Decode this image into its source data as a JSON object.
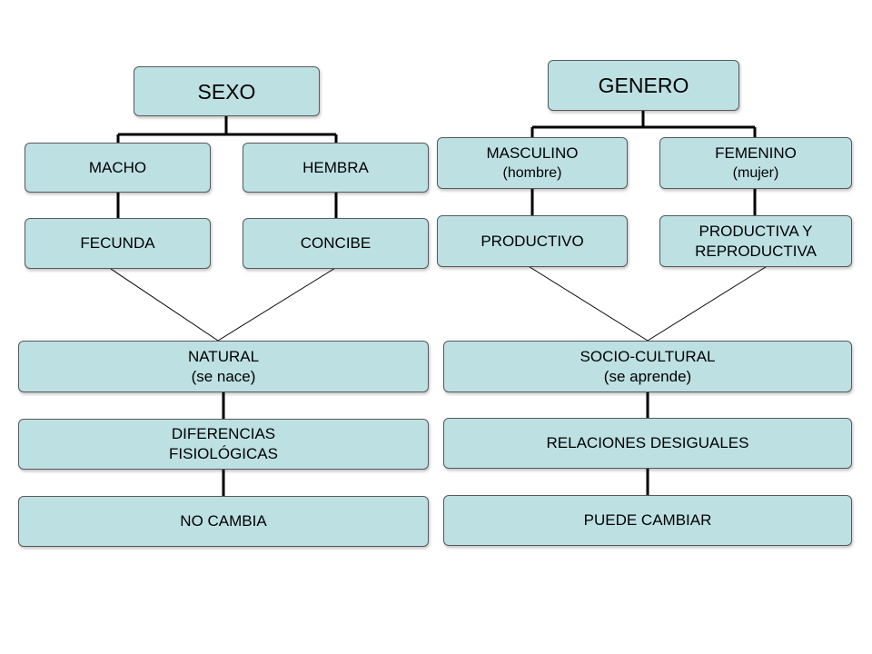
{
  "colors": {
    "box_fill": "#bde0e3",
    "box_border": "#5a5a5a",
    "line": "#000000"
  },
  "sexo": {
    "title": "SEXO",
    "macho": "MACHO",
    "hembra": "HEMBRA",
    "fecunda": "FECUNDA",
    "concibe": "CONCIBE",
    "natural": {
      "line1": "NATURAL",
      "line2": "(se nace)"
    },
    "diferencias": {
      "line1": "DIFERENCIAS",
      "line2": "FISIOLÓGICAS"
    },
    "no_cambia": "NO CAMBIA"
  },
  "genero": {
    "title": "GENERO",
    "masculino": {
      "line1": "MASCULINO",
      "line2": "(hombre)"
    },
    "femenino": {
      "line1": "FEMENINO",
      "line2": "(mujer)"
    },
    "productivo": "PRODUCTIVO",
    "productiva": {
      "line1": "PRODUCTIVA Y",
      "line2": "REPRODUCTIVA"
    },
    "socio": {
      "line1": "SOCIO-CULTURAL",
      "line2": "(se aprende)"
    },
    "relaciones": "RELACIONES DESIGUALES",
    "puede_cambiar": "PUEDE CAMBIAR"
  }
}
